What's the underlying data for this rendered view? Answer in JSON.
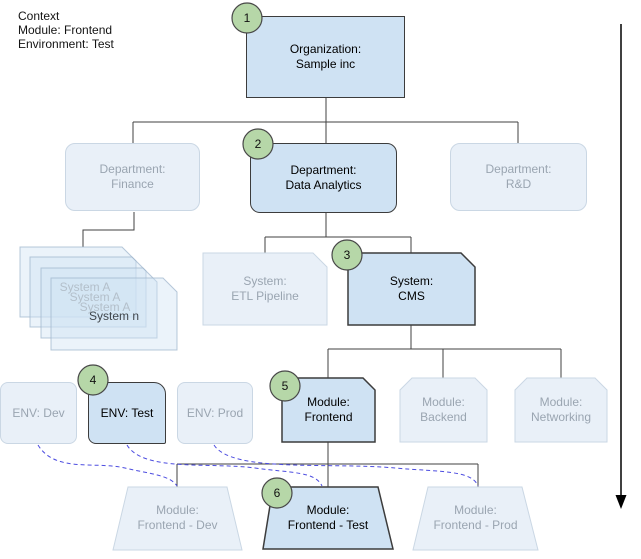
{
  "context": {
    "lines": [
      "Context",
      "Module: Frontend",
      "Environment: Test"
    ]
  },
  "colors": {
    "highlight_fill": "#cfe2f3",
    "highlight_border": "#3c3c3c",
    "faded_fill": "#e9f0f8",
    "faded_border": "#cad7e4",
    "faded_text": "#9aa5b1",
    "badge_fill": "#b6d7a8",
    "badge_border": "#484848",
    "link_dashed": "#4d4de0",
    "stack_text_faded": "#b3bfca",
    "stack_text_dark": "#3f454b"
  },
  "nodes": {
    "organization": {
      "badge": "1",
      "label": "Organization:\nSample inc"
    },
    "dept_finance": {
      "label": "Department:\nFinance"
    },
    "dept_data_analytics": {
      "badge": "2",
      "label": "Department:\nData Analytics"
    },
    "dept_rnd": {
      "label": "Department:\nR&D"
    },
    "system_stack": {
      "labels": [
        "System A",
        "System A",
        "System A",
        "System n"
      ]
    },
    "system_etl": {
      "label": "System:\nETL Pipeline"
    },
    "system_cms": {
      "badge": "3",
      "label": "System:\nCMS"
    },
    "env_dev": {
      "label": "ENV: Dev"
    },
    "env_test": {
      "badge": "4",
      "label": "ENV: Test"
    },
    "env_prod": {
      "label": "ENV: Prod"
    },
    "module_frontend": {
      "badge": "5",
      "label": "Module:\nFrontend"
    },
    "module_backend": {
      "label": "Module:\nBackend"
    },
    "module_networking": {
      "label": "Module:\nNetworking"
    },
    "deployment_dev": {
      "label": "Module:\nFrontend - Dev"
    },
    "deployment_test": {
      "badge": "6",
      "label": "Module:\nFrontend - Test"
    },
    "deployment_prod": {
      "label": "Module:\nFrontend - Prod"
    }
  }
}
